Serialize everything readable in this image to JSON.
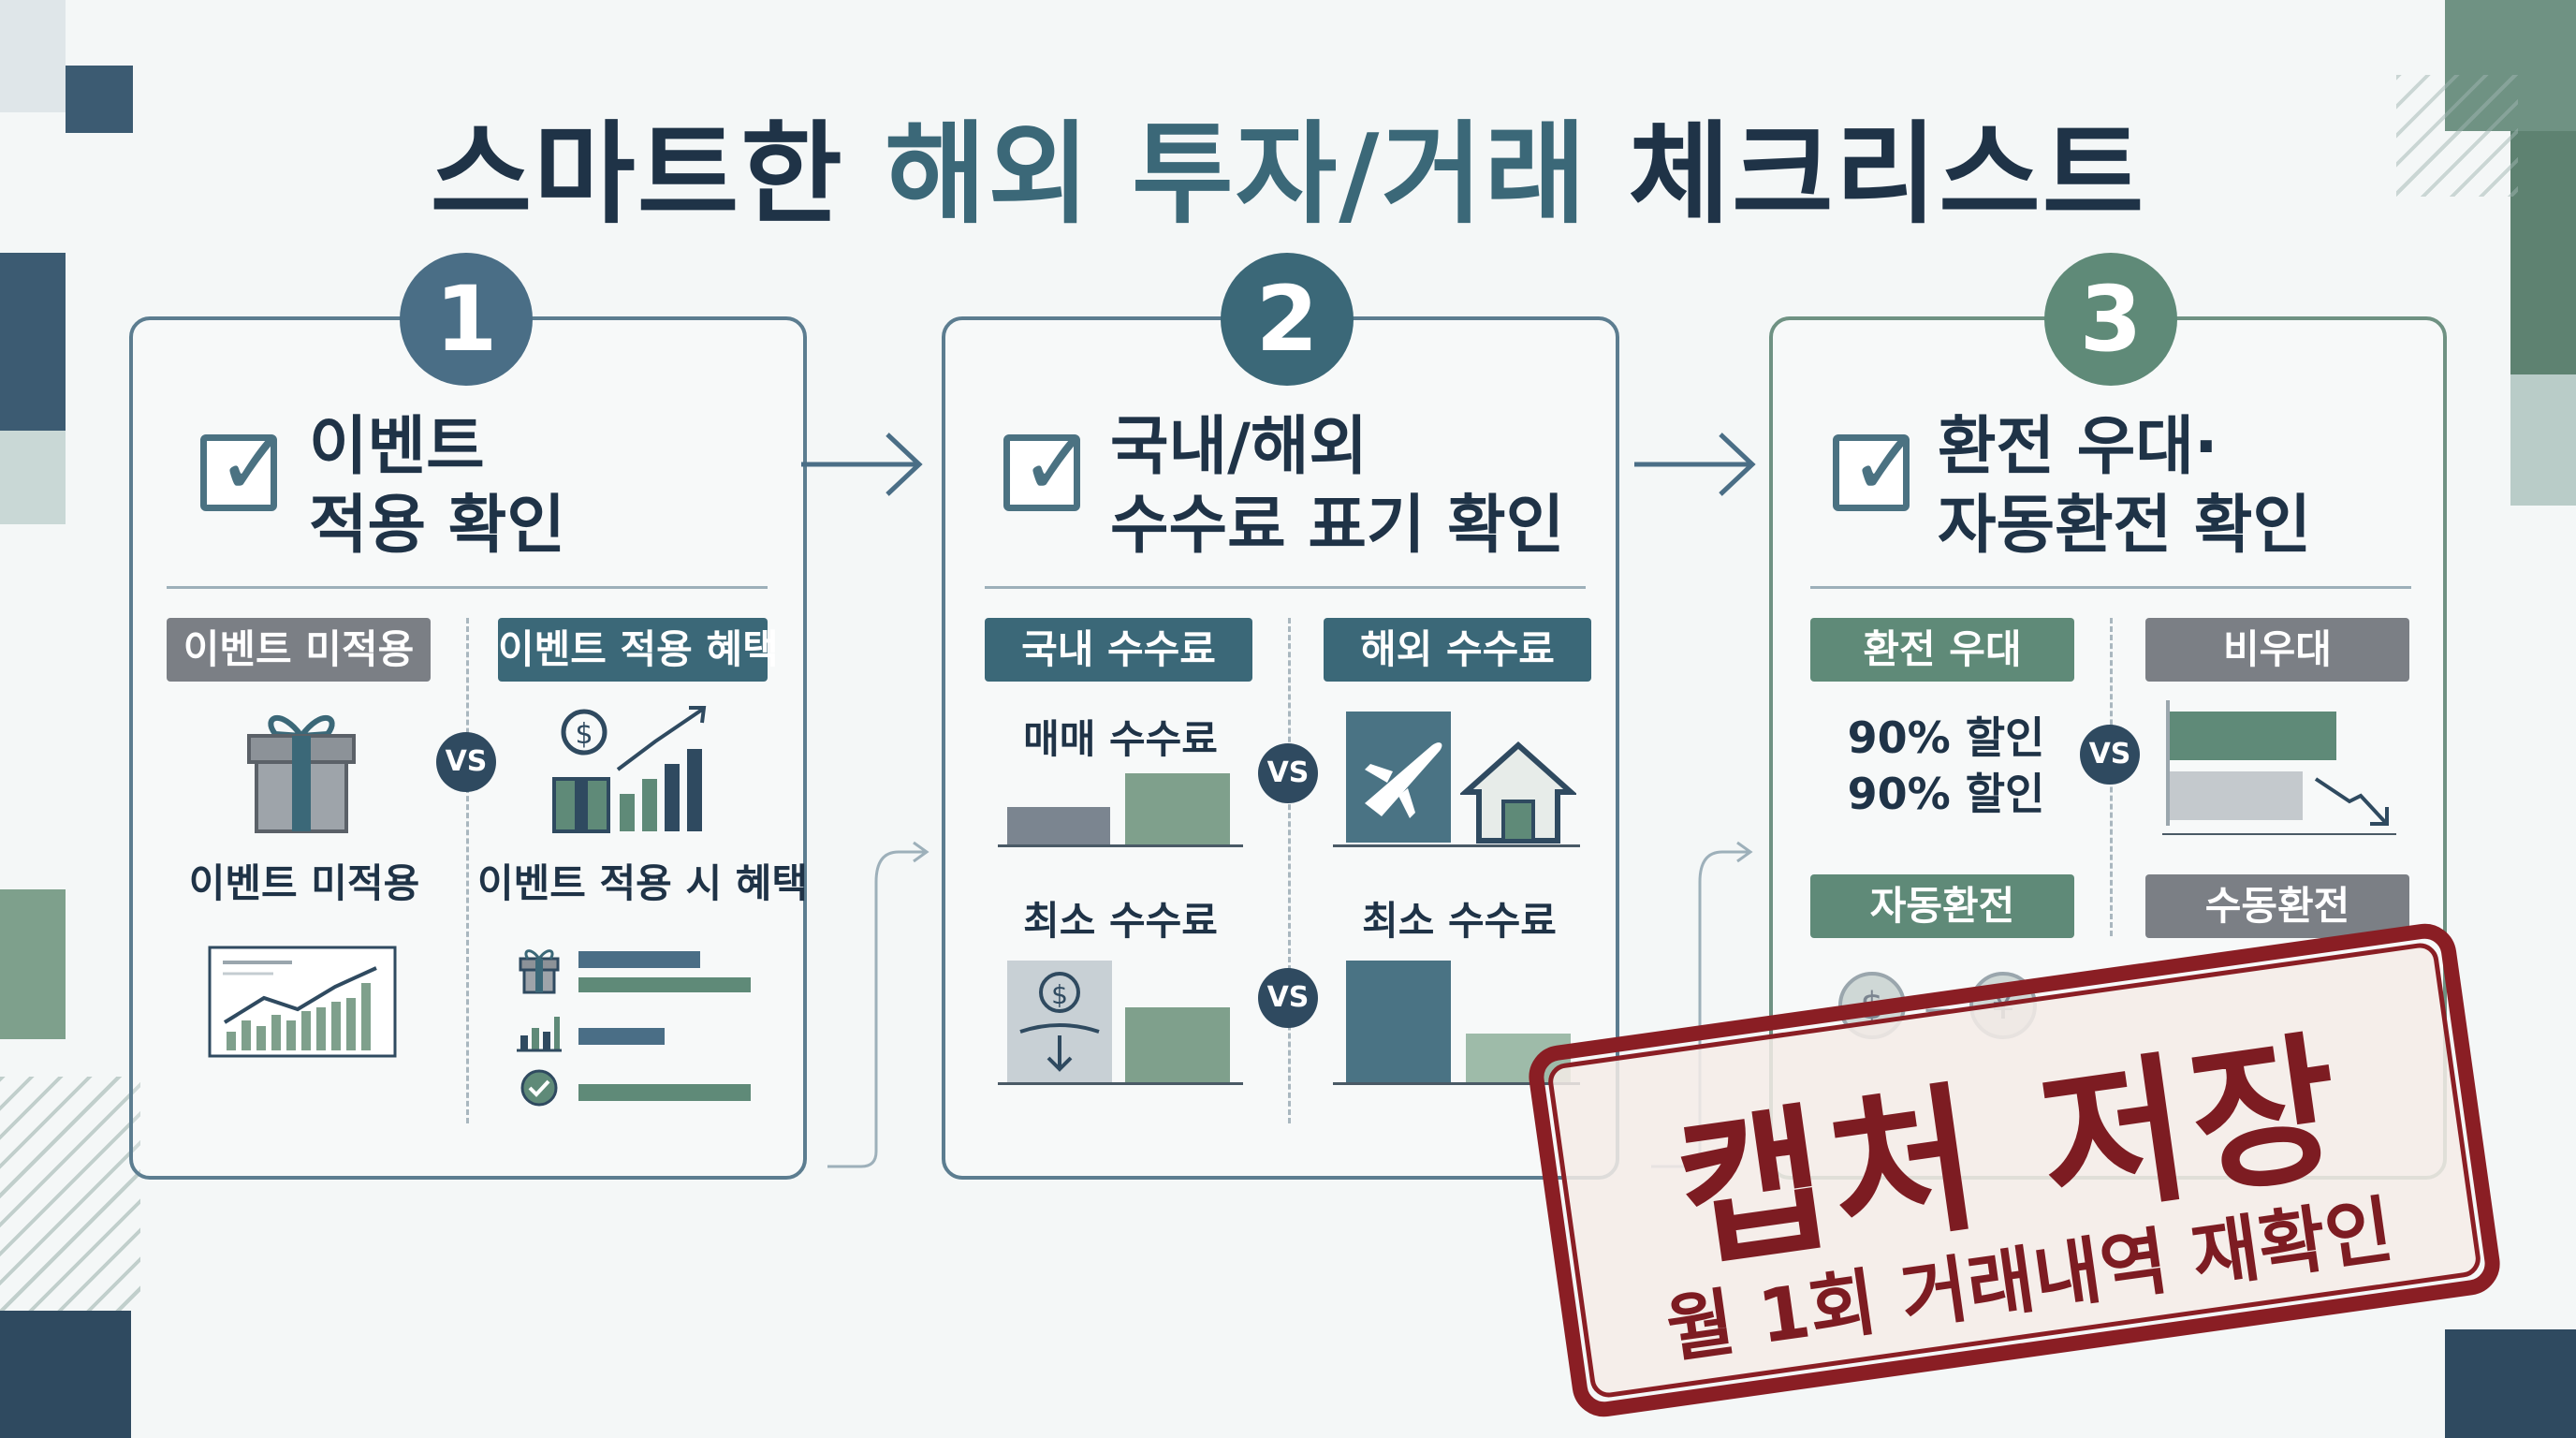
{
  "title": {
    "part1": "스마트한 ",
    "highlight": "해외 투자/거래",
    "part2": " 체크리스트"
  },
  "colors": {
    "navy": "#2f4a60",
    "teal": "#3b6878",
    "sage": "#5f8a78",
    "grey": "#7b7f85",
    "stamp": "#8a1e24"
  },
  "step1": {
    "number": "1",
    "title_line1": "이벤트",
    "title_line2": "적용 확인",
    "pill_left": "이벤트 미적용",
    "pill_right": "이벤트 적용 혜택",
    "vs": "VS",
    "label_left": "이벤트 미적용",
    "label_right": "이벤트 적용 시 혜택"
  },
  "step2": {
    "number": "2",
    "title_line1": "국내/해외",
    "title_line2": "수수료 표기 확인",
    "pill_left": "국내 수수료",
    "pill_right": "해외 수수료",
    "row1_label": "매매 수수료",
    "row2_label_left": "최소 수수료",
    "row2_label_right": "최소 수수료",
    "vs1": "VS",
    "vs2": "VS"
  },
  "step3": {
    "number": "3",
    "title_line1": "환전 우대·",
    "title_line2": "자동환전 확인",
    "pill_left": "환전 우대",
    "pill_right": "비우대",
    "discount1": "90% 할인",
    "discount2": "90% 할인",
    "vs": "VS",
    "pill_bottom_left": "자동환전",
    "pill_bottom_right": "수동환전"
  },
  "stamp": {
    "line1": "캡처 저장",
    "line2": "월 1회 거래내역 재확인"
  }
}
